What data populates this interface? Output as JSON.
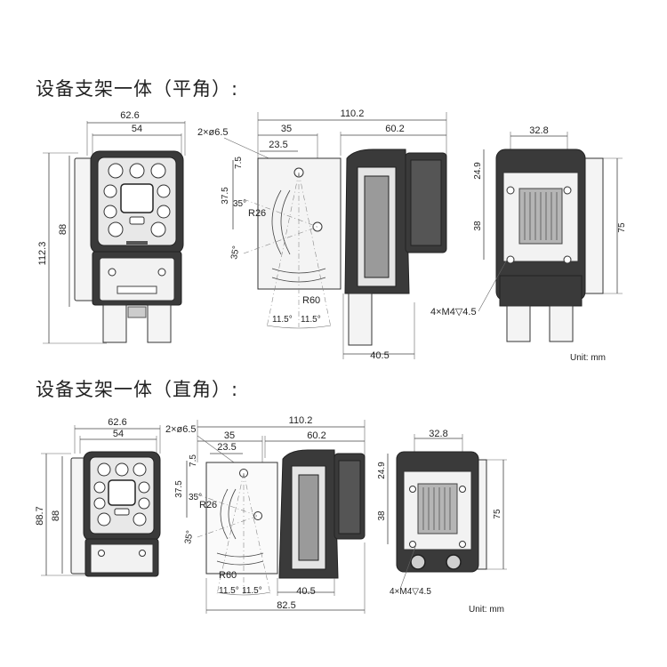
{
  "titles": {
    "flat": "设备支架一体（平角）:",
    "right": "设备支架一体（直角）:"
  },
  "unit_label": "Unit: mm",
  "flat_view": {
    "front_width_outer": "62.6",
    "front_width_inner": "54",
    "front_height_outer": "112.3",
    "front_height_inner": "88",
    "hole_spec": "2×ø6.5",
    "side_total": "110.2",
    "side_left": "35",
    "side_right": "60.2",
    "hole_dist": "23.5",
    "hole_top": "7.5",
    "hole_vertical": "37.5",
    "angle_a": "35°",
    "angle_b": "35°",
    "radius_small": "R26",
    "radius_large": "R60",
    "angle_left": "11.5°",
    "angle_right": "11.5°",
    "depth_bottom": "40.5",
    "back_width": "32.8",
    "back_top": "24.9",
    "back_mid": "38",
    "back_height": "75",
    "screw_spec": "4×M4▽4.5"
  },
  "right_view": {
    "front_width_outer": "62.6",
    "front_width_inner": "54",
    "front_height_outer": "88.7",
    "front_height_inner": "88",
    "hole_spec": "2×ø6.5",
    "side_total": "110.2",
    "side_left": "35",
    "side_right": "60.2",
    "hole_dist": "23.5",
    "hole_top": "7.5",
    "hole_vertical": "37.5",
    "angle_a": "35°",
    "angle_b": "35°",
    "radius_small": "R26",
    "radius_large": "R60",
    "angle_left": "11.5°",
    "angle_right": "11.5°",
    "depth_bottom": "40.5",
    "depth_total": "82.5",
    "back_width": "32.8",
    "back_top": "24.9",
    "back_mid": "38",
    "back_height": "75",
    "screw_spec": "4×M4▽4.5"
  }
}
